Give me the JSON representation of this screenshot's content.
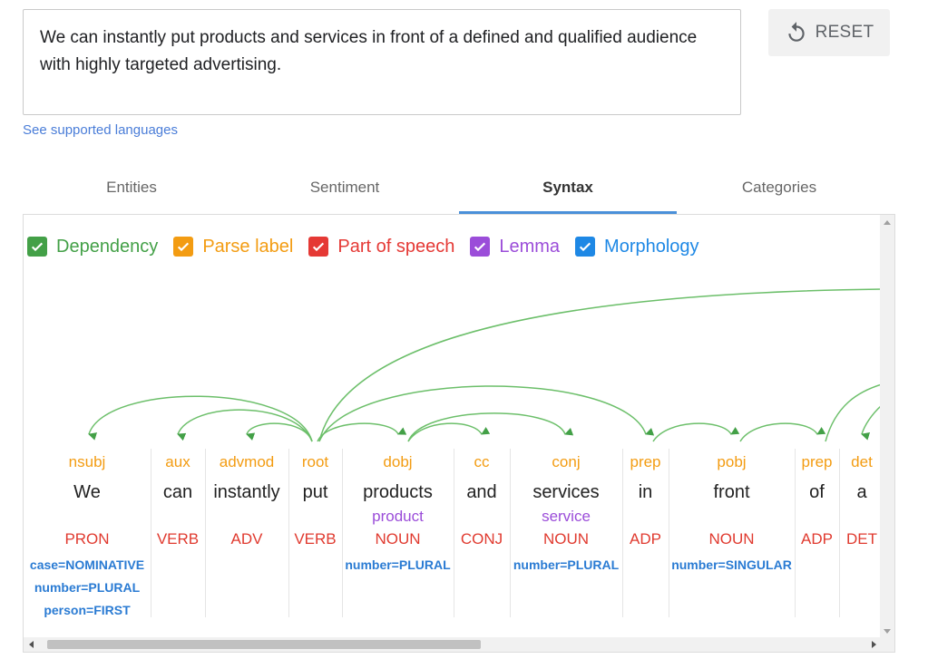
{
  "input": {
    "text": "We can instantly put products and services in front of a defined and qualified audience with highly targeted advertising."
  },
  "reset_label": "RESET",
  "languages_link": "See supported languages",
  "tabs": [
    {
      "label": "Entities"
    },
    {
      "label": "Sentiment"
    },
    {
      "label": "Syntax"
    },
    {
      "label": "Categories"
    }
  ],
  "active_tab": "Syntax",
  "legend": [
    {
      "label": "Dependency",
      "color": "#43a047",
      "checked": true
    },
    {
      "label": "Parse label",
      "color": "#f39c12",
      "checked": true
    },
    {
      "label": "Part of speech",
      "color": "#e53935",
      "checked": true
    },
    {
      "label": "Lemma",
      "color": "#9b4dd9",
      "checked": true
    },
    {
      "label": "Morphology",
      "color": "#1e88e5",
      "checked": true
    }
  ],
  "tokens": [
    {
      "label": "nsubj",
      "word": "We",
      "lemma": "",
      "pos": "PRON",
      "morph": [
        "case=NOMINATIVE",
        "number=PLURAL",
        "person=FIRST"
      ]
    },
    {
      "label": "aux",
      "word": "can",
      "lemma": "",
      "pos": "VERB",
      "morph": []
    },
    {
      "label": "advmod",
      "word": "instantly",
      "lemma": "",
      "pos": "ADV",
      "morph": []
    },
    {
      "label": "root",
      "word": "put",
      "lemma": "",
      "pos": "VERB",
      "morph": []
    },
    {
      "label": "dobj",
      "word": "products",
      "lemma": "product",
      "pos": "NOUN",
      "morph": [
        "number=PLURAL"
      ]
    },
    {
      "label": "cc",
      "word": "and",
      "lemma": "",
      "pos": "CONJ",
      "morph": []
    },
    {
      "label": "conj",
      "word": "services",
      "lemma": "service",
      "pos": "NOUN",
      "morph": [
        "number=PLURAL"
      ]
    },
    {
      "label": "prep",
      "word": "in",
      "lemma": "",
      "pos": "ADP",
      "morph": []
    },
    {
      "label": "pobj",
      "word": "front",
      "lemma": "",
      "pos": "NOUN",
      "morph": [
        "number=SINGULAR"
      ]
    },
    {
      "label": "prep",
      "word": "of",
      "lemma": "",
      "pos": "ADP",
      "morph": []
    },
    {
      "label": "det",
      "word": "a",
      "lemma": "",
      "pos": "DET",
      "morph": []
    }
  ]
}
